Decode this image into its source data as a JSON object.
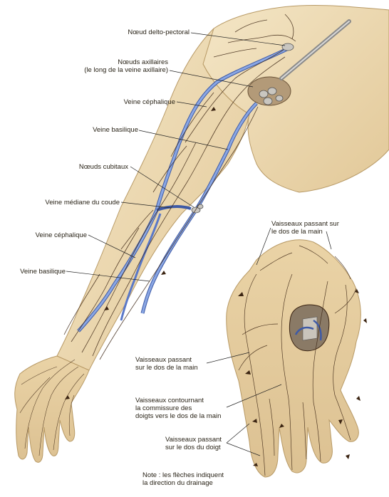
{
  "figure": {
    "labels": {
      "deltopectoral": "Nœud delto-pectoral",
      "axillary": "Nœuds axillaires\n(le long de la veine axillaire)",
      "cephalic_upper": "Veine céphalique",
      "basilic_upper": "Veine basilique",
      "cubital": "Nœuds cubitaux",
      "median_cubital": "Veine médiane du coude",
      "cephalic_lower": "Veine céphalique",
      "basilic_lower": "Veine basilique",
      "hand_dorsum_top": "Vaisseaux passant sur\nle dos de la main",
      "hand_dorsum_left": "Vaisseaux passant\nsur le dos de la main",
      "web_vessels": "Vaisseaux contournant\nla commissure des\ndoigts vers le dos de la main",
      "finger_dorsum": "Vaisseaux passant\nsur le dos du doigt",
      "note": "Note : les flèches indiquent\nla direction du drainage"
    },
    "colors": {
      "skin": "#efdcb4",
      "skin_shadow": "#d9bf8e",
      "vein": "#6f8fd6",
      "vein_edge": "#3e5aa6",
      "lymph": "#3b2412",
      "leader": "#222222"
    }
  }
}
